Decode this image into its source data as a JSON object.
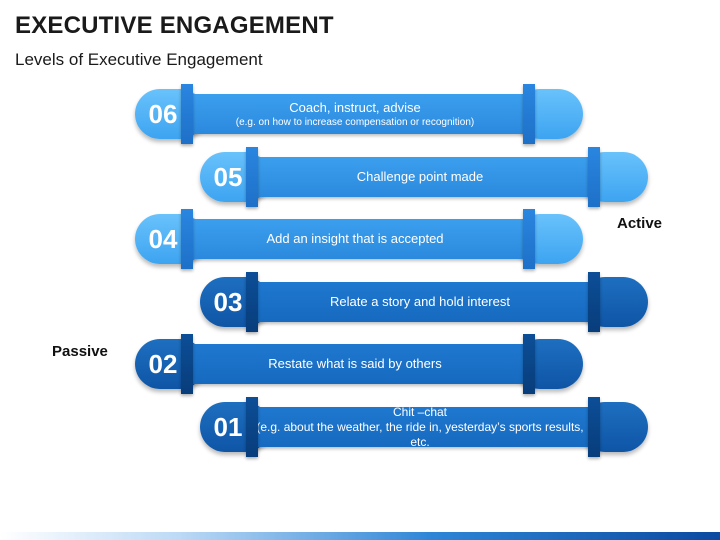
{
  "title": "EXECUTIVE ENGAGEMENT",
  "subtitle": "Levels of Executive Engagement",
  "labels": {
    "active": "Active",
    "passive": "Passive"
  },
  "levels": [
    {
      "num": "06",
      "text": "Coach, instruct, advise",
      "sub": "(e.g. on how to increase compensation or recognition)",
      "theme": "light"
    },
    {
      "num": "05",
      "text": "Challenge point made",
      "sub": "",
      "theme": "light"
    },
    {
      "num": "04",
      "text": "Add an insight that is accepted",
      "sub": "",
      "theme": "light"
    },
    {
      "num": "03",
      "text": "Relate a story and hold interest",
      "sub": "",
      "theme": "dark"
    },
    {
      "num": "02",
      "text": "Restate what is said by others",
      "sub": "",
      "theme": "dark"
    },
    {
      "num": "01",
      "text": "Chit –chat",
      "sub": "(e.g. about the weather, the ride in, yesterday’s sports results, etc.",
      "theme": "dark"
    }
  ],
  "colors": {
    "light_pill": "#4fb2f6",
    "light_bar": "#3395e6",
    "dark_pill": "#1560b2",
    "dark_bar": "#1a72c8"
  }
}
